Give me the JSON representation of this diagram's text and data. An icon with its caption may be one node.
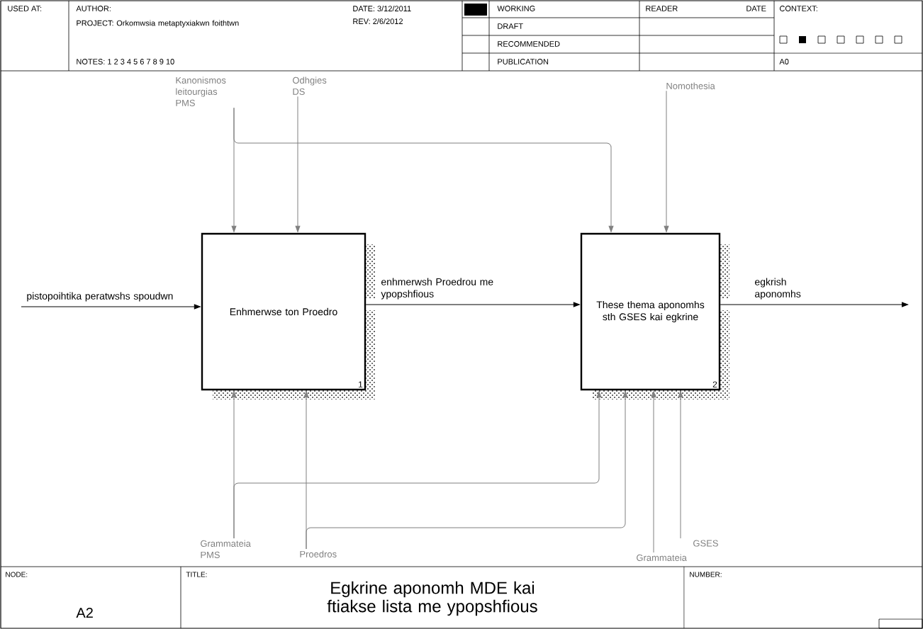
{
  "diagram": {
    "title": "Egkrine aponomh MDE kai ftiakse lista me ypopshfious",
    "nodes": [
      {
        "text": [
          "Enhmerwse ton Proedro",
          "1"
        ]
      },
      {
        "text": [
          "These thema aponomhs sth GSES kai egkrine",
          "2"
        ]
      },
      {
        "text": [
          "Kanonismos leitourgias PMS"
        ]
      },
      {
        "text": [
          "Odhgies DS"
        ]
      },
      {
        "text": [
          "Nomothesia"
        ]
      },
      {
        "text": [
          "Grammateia PMS"
        ]
      },
      {
        "text": [
          "Proedros"
        ]
      },
      {
        "text": [
          "Grammateia"
        ]
      },
      {
        "text": [
          "GSES"
        ]
      }
    ],
    "edges": [
      {
        "from": null,
        "to": 0,
        "arrow": "to",
        "label": "pistopoihtika peratwshs spoudwn",
        "color": "#000000"
      },
      {
        "from": 0,
        "to": 1,
        "arrow": "to",
        "label": "enhmerwsh Proedrou me ypopshfious",
        "color": "#000000"
      },
      {
        "from": 1,
        "to": null,
        "arrow": "to",
        "label": "egkrish aponomhs",
        "color": "#000000"
      },
      {
        "from": 2,
        "to": 0,
        "arrow": "to"
      },
      {
        "from": 2,
        "to": 1,
        "arrow": "to"
      },
      {
        "from": 3,
        "to": 0,
        "arrow": "to"
      },
      {
        "from": 4,
        "to": 1,
        "arrow": "to"
      },
      {
        "from": 5,
        "to": 0,
        "arrow": "to"
      },
      {
        "from": 5,
        "to": 1,
        "arrow": "to"
      },
      {
        "from": 6,
        "to": 0,
        "arrow": "to"
      },
      {
        "from": 6,
        "to": 1,
        "arrow": "to"
      },
      {
        "from": 7,
        "to": 1,
        "arrow": "to"
      },
      {
        "from": 8,
        "to": 1,
        "arrow": "to"
      }
    ],
    "labels": [
      "USED AT:",
      "AUTHOR:",
      "PROJECT: Orkomwsia metaptyxiakwn foithtwn",
      "NOTES: 1 2 3 4 5 6 7 8 9 10",
      "DATE: 3/12/2011",
      "REV: 2/6/2012",
      "WORKING",
      "DRAFT",
      "RECOMMENDED",
      "PUBLICATION",
      "READER",
      "DATE",
      "CONTEXT:",
      "A0",
      "NODE:",
      "A2",
      "TITLE:",
      "NUMBER:"
    ]
  }
}
